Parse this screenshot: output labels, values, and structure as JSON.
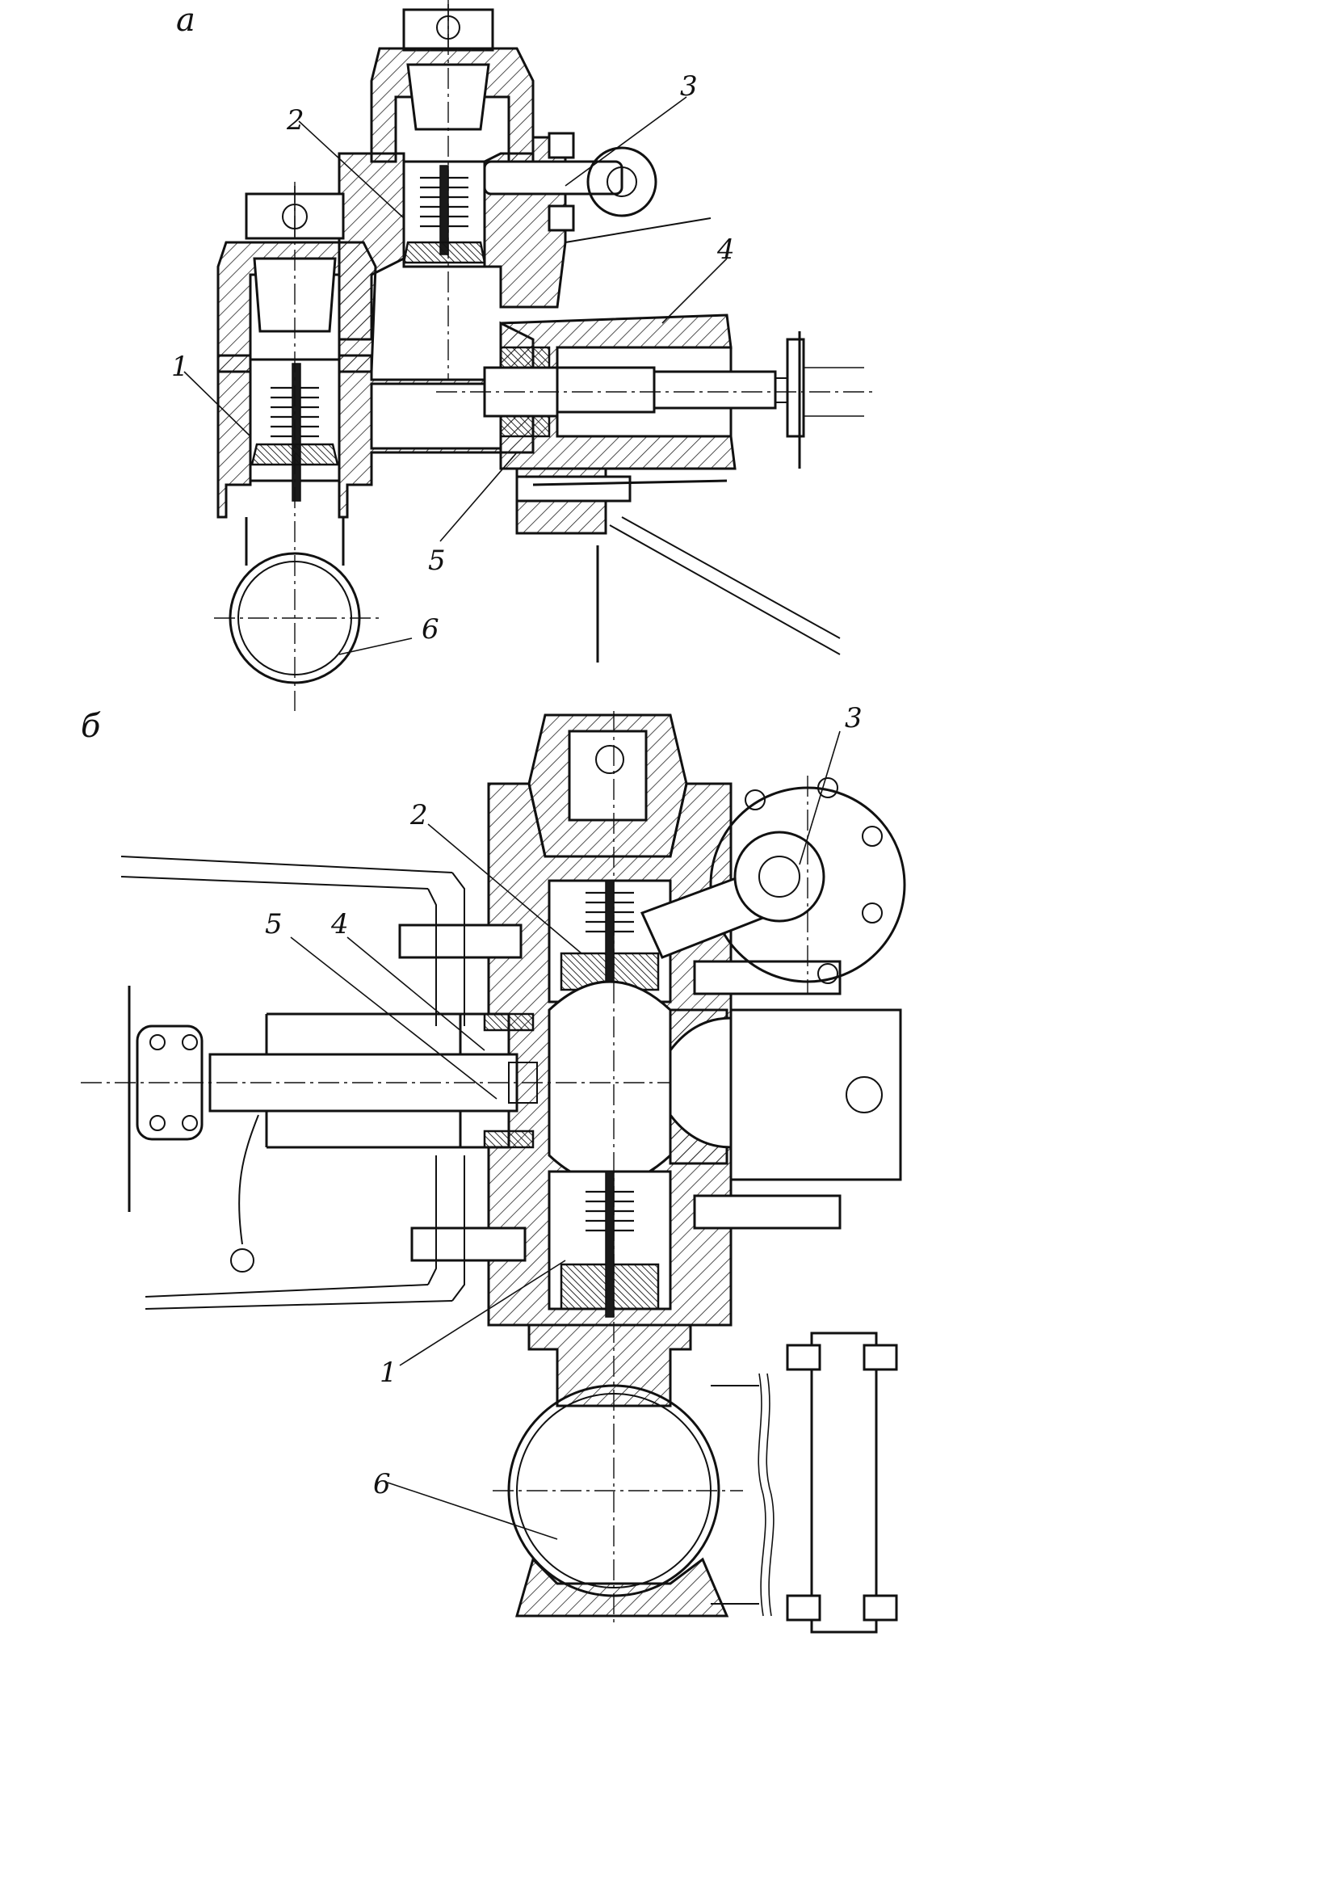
{
  "panels": [
    {
      "id": "a",
      "letter": "а",
      "callouts": [
        {
          "id": "1",
          "text": "1"
        },
        {
          "id": "2",
          "text": "2"
        },
        {
          "id": "3",
          "text": "3"
        },
        {
          "id": "4",
          "text": "4"
        },
        {
          "id": "5",
          "text": "5"
        },
        {
          "id": "6",
          "text": "6"
        }
      ]
    },
    {
      "id": "b",
      "letter": "б",
      "callouts": [
        {
          "id": "1",
          "text": "1"
        },
        {
          "id": "2",
          "text": "2"
        },
        {
          "id": "3",
          "text": "3"
        },
        {
          "id": "4",
          "text": "4"
        },
        {
          "id": "5",
          "text": "5"
        },
        {
          "id": "6",
          "text": "6"
        }
      ]
    }
  ],
  "icons": {
    "valve_body": "pump-valve-body-drawing",
    "suction_pipe": "suction-pipe-drawing",
    "drive_rod": "drive-rod-drawing",
    "flange": "flange-drawing"
  }
}
